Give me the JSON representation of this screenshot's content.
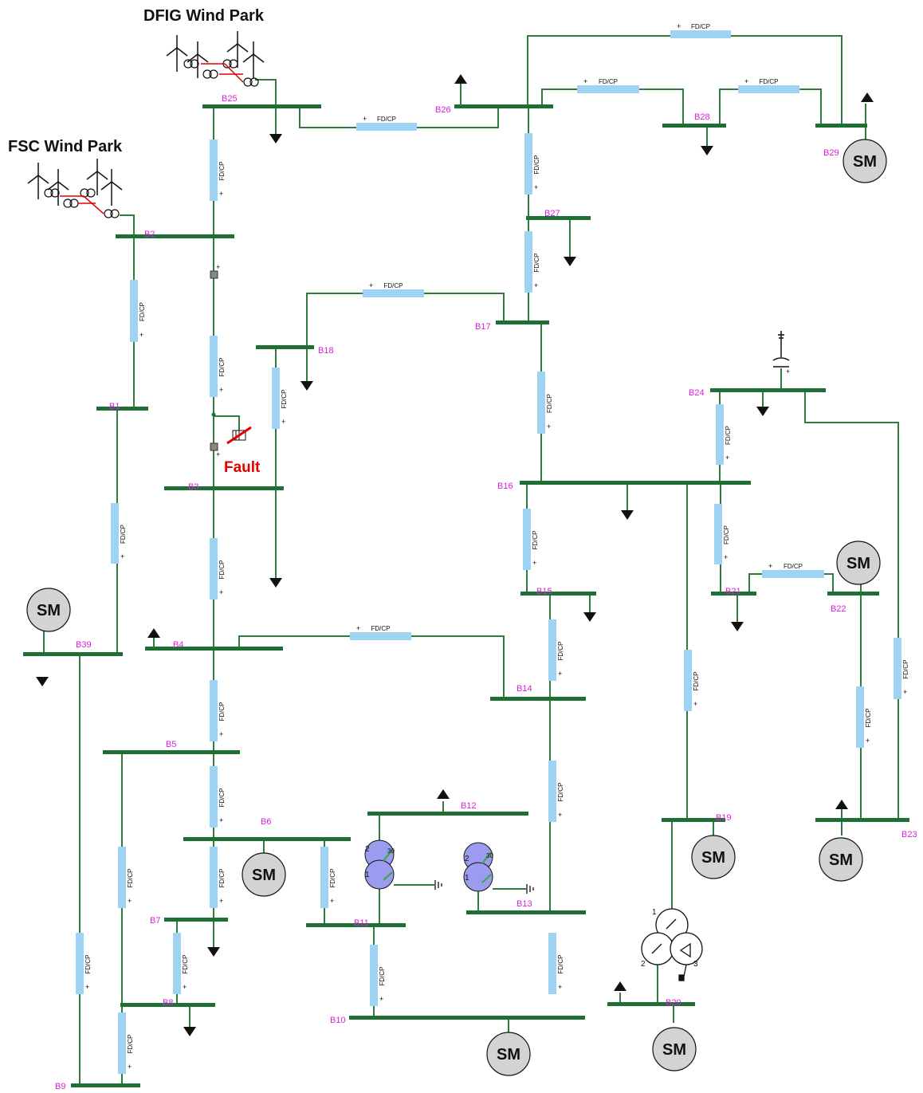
{
  "titles": {
    "dfig": "DFIG Wind Park",
    "fsc": "FSC Wind Park",
    "fault": "Fault"
  },
  "labels": {
    "line": "FD/CP",
    "generator": "SM",
    "plus": "+"
  },
  "buses": {
    "b1": "B1",
    "b2": "B2",
    "b3": "B3",
    "b4": "B4",
    "b5": "B5",
    "b6": "B6",
    "b7": "B7",
    "b8": "B8",
    "b9": "B9",
    "b10": "B10",
    "b11": "B11",
    "b12": "B12",
    "b13": "B13",
    "b14": "B14",
    "b15": "B15",
    "b16": "B16",
    "b17": "B17",
    "b18": "B18",
    "b19": "B19",
    "b20": "B20",
    "b21": "B21",
    "b22": "B22",
    "b23": "B23",
    "b24": "B24",
    "b25": "B25",
    "b26": "B26",
    "b27": "B27",
    "b28": "B28",
    "b29": "B29",
    "b39": "B39"
  },
  "transformer_terminals": {
    "t1": "1",
    "t2": "2",
    "t3": "3",
    "t30": "30"
  },
  "colors": {
    "bus": "#1f6e35",
    "wire": "#2e7d3a",
    "line_model": "#9fd3f3",
    "bus_label": "#d81fd8",
    "fault": "#e00000",
    "generator_fill": "#d3d3d3",
    "transformer_fill": "#9b9cf0",
    "wind_link": "#e00000"
  }
}
